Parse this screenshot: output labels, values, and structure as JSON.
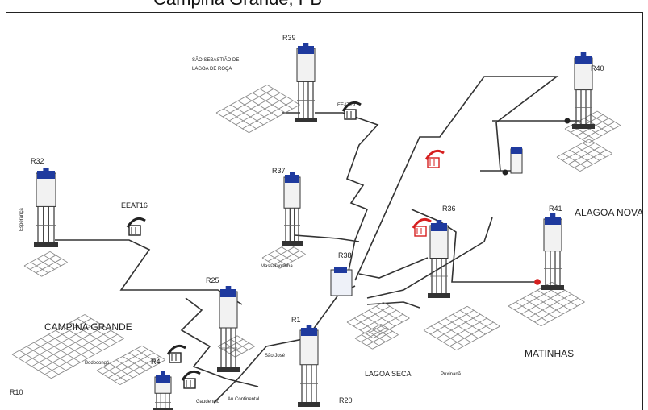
{
  "title": "Campina Grande, PB",
  "colors": {
    "reservoir_top": "#1f3a9e",
    "pump_alert": "#d61f1f",
    "pipe": "#333333",
    "grid": "#8a8a8a"
  },
  "labels": {
    "r39": "R39",
    "sao_sebastiao_1": "SÃO SEBASTIÃO DE",
    "sao_sebastiao_2": "LAGOA DE ROÇA",
    "eeat19": "EEAT19",
    "r40": "R40",
    "r32": "R32",
    "esperanca": "Esperança",
    "eeat16": "EEAT16",
    "r37": "R37",
    "alagoa_nova": "ALAGOA NOVA",
    "r36": "R36",
    "r41": "R41",
    "r38": "R38",
    "r25": "R25",
    "campina_grande": "CAMPINA GRANDE",
    "r1": "R1",
    "bodocongo": "Bodocongó",
    "r4": "R4",
    "r10": "R10",
    "matinhas": "MATINHAS",
    "lagoa_seca": "LAGOA SECA",
    "puxinana": "Puxinanã",
    "r20": "R20",
    "massaranduba": "Massaranduba",
    "sao_jose": "São José",
    "au_continental": "Au Continental",
    "gaudencio": "Gaudencio"
  }
}
